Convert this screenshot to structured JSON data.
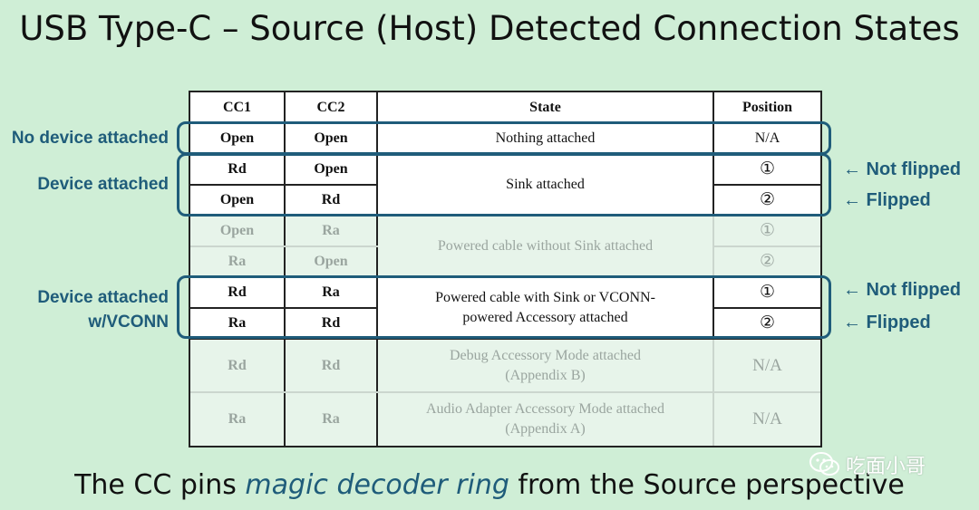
{
  "title": "USB Type-C – Source (Host) Detected Connection States",
  "table": {
    "headers": {
      "cc1": "CC1",
      "cc2": "CC2",
      "state": "State",
      "position": "Position"
    },
    "rows": [
      {
        "cc1": "Open",
        "cc2": "Open",
        "position": "N/A"
      },
      {
        "cc1": "Rd",
        "cc2": "Open",
        "position": "①"
      },
      {
        "cc1": "Open",
        "cc2": "Rd",
        "position": "②"
      },
      {
        "cc1": "Open",
        "cc2": "Ra",
        "position": "①"
      },
      {
        "cc1": "Ra",
        "cc2": "Open",
        "position": "②"
      },
      {
        "cc1": "Rd",
        "cc2": "Ra",
        "position": "①"
      },
      {
        "cc1": "Ra",
        "cc2": "Rd",
        "position": "②"
      },
      {
        "cc1": "Rd",
        "cc2": "Rd",
        "position": "N/A"
      },
      {
        "cc1": "Ra",
        "cc2": "Ra",
        "position": "N/A"
      }
    ],
    "states": {
      "nothing": "Nothing attached",
      "sink": "Sink attached",
      "cable": "Powered cable without Sink attached",
      "vconn_line1": "Powered cable with Sink or VCONN-",
      "vconn_line2": "powered Accessory attached",
      "debug_line1": "Debug Accessory Mode attached",
      "debug_line2": "(Appendix B)",
      "audio_line1": "Audio Adapter Accessory Mode attached",
      "audio_line2": "(Appendix A)"
    }
  },
  "side_labels": {
    "no_device": "No device attached",
    "device": "Device attached",
    "device_vconn_1": "Device attached",
    "device_vconn_2": "w/VCONN"
  },
  "right_labels": {
    "not_flipped_1": "← Not flipped",
    "flipped_1": "← Flipped",
    "not_flipped_2": "← Not flipped",
    "flipped_2": "← Flipped"
  },
  "footer": {
    "before": "The CC pins ",
    "em": "magic decoder ring",
    "after": " from the Source perspective"
  },
  "watermark": "吃面小哥",
  "colors": {
    "background": "#cfeed6",
    "accent": "#1f5c7a",
    "faded_text": "#9aa59f"
  }
}
